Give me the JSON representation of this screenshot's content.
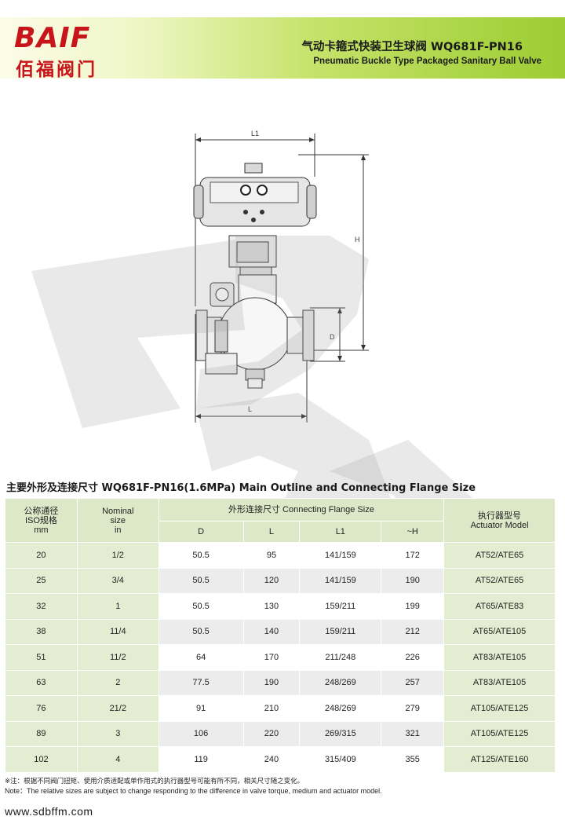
{
  "header": {
    "logo_en": "BAIF",
    "logo_zh": "佰福阀门",
    "title_zh": "气动卡箍式快装卫生球阀 WQ681F-PN16",
    "title_en": "Pneumatic Buckle Type Packaged Sanitary Ball Valve"
  },
  "drawing": {
    "dim_l1": "L1",
    "dim_h": "H",
    "dim_d": "D",
    "dim_l": "L"
  },
  "section": {
    "title": "主要外形及连接尺寸 WQ681F-PN16(1.6MPa) Main Outline and Connecting Flange Size"
  },
  "table": {
    "head": {
      "col1": "公称通径\nISO规格\nmm",
      "col2": "Nominal\nsize\nin",
      "group": "外形连接尺寸  Connecting Flange Size",
      "d": "D",
      "l": "L",
      "l1": "L1",
      "h": "~H",
      "actuator": "执行器型号\nActuator Model"
    },
    "rows": [
      {
        "dn": "20",
        "in": "1/2",
        "d": "50.5",
        "l": "95",
        "l1": "141/159",
        "h": "172",
        "act": "AT52/ATE65"
      },
      {
        "dn": "25",
        "in": "3/4",
        "d": "50.5",
        "l": "120",
        "l1": "141/159",
        "h": "190",
        "act": "AT52/ATE65"
      },
      {
        "dn": "32",
        "in": "1",
        "d": "50.5",
        "l": "130",
        "l1": "159/211",
        "h": "199",
        "act": "AT65/ATE83"
      },
      {
        "dn": "38",
        "in": "11/4",
        "d": "50.5",
        "l": "140",
        "l1": "159/211",
        "h": "212",
        "act": "AT65/ATE105"
      },
      {
        "dn": "51",
        "in": "11/2",
        "d": "64",
        "l": "170",
        "l1": "211/248",
        "h": "226",
        "act": "AT83/ATE105"
      },
      {
        "dn": "63",
        "in": "2",
        "d": "77.5",
        "l": "190",
        "l1": "248/269",
        "h": "257",
        "act": "AT83/ATE105"
      },
      {
        "dn": "76",
        "in": "21/2",
        "d": "91",
        "l": "210",
        "l1": "248/269",
        "h": "279",
        "act": "AT105/ATE125"
      },
      {
        "dn": "89",
        "in": "3",
        "d": "106",
        "l": "220",
        "l1": "269/315",
        "h": "321",
        "act": "AT105/ATE125"
      },
      {
        "dn": "102",
        "in": "4",
        "d": "119",
        "l": "240",
        "l1": "315/409",
        "h": "355",
        "act": "AT125/ATE160"
      }
    ]
  },
  "notes": {
    "zh": "※注：根据不同阀门扭矩、使用介质适配或单作用式的执行器型号可能有所不同，相关尺寸随之变化。",
    "en": "Note：The relative sizes are subject to change responding to the difference in valve torque, medium and actuator model."
  },
  "footer": {
    "website": "www.sdbffm.com"
  }
}
